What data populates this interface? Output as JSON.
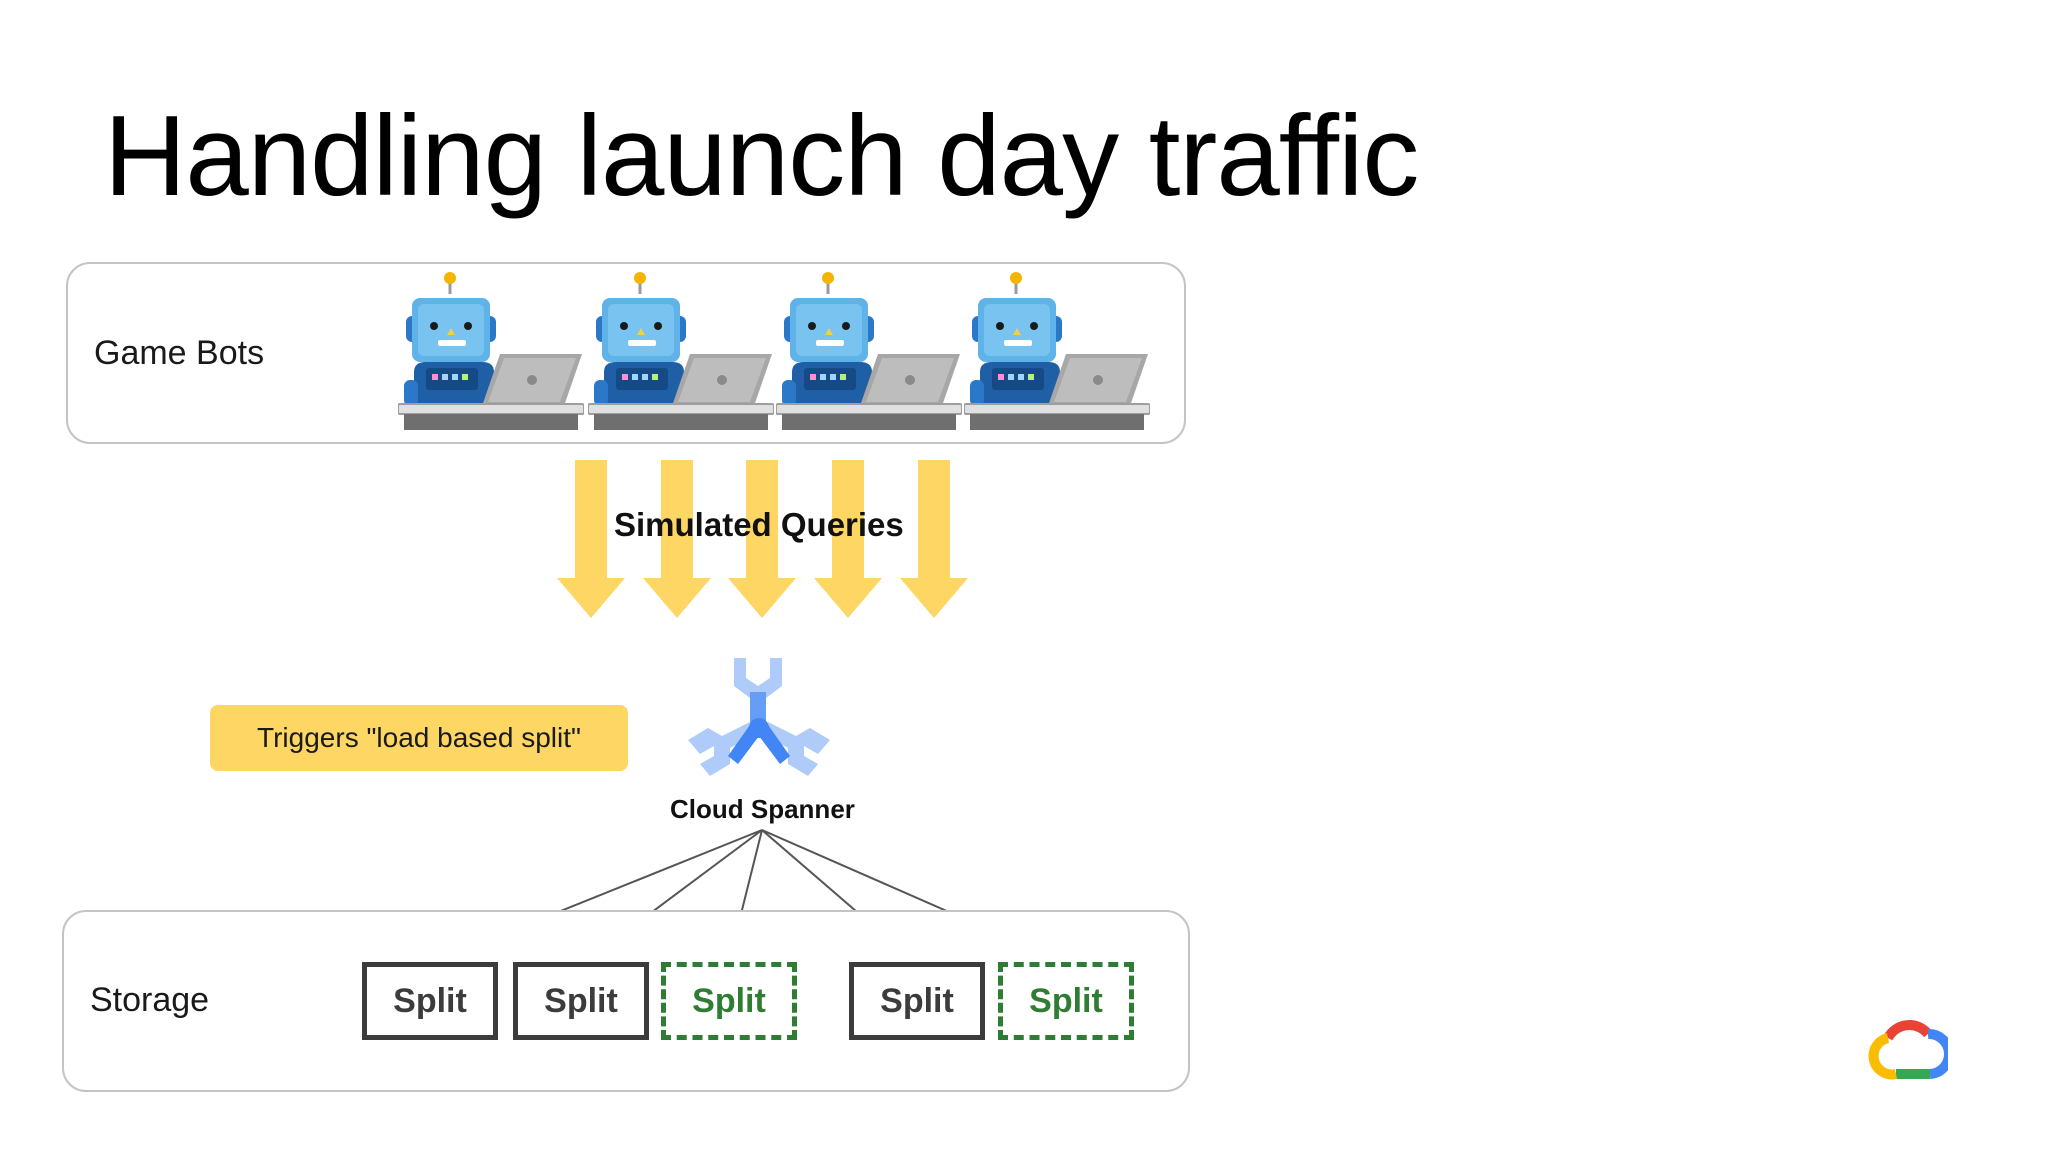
{
  "title": "Handling launch day traffic",
  "game_bots": {
    "label": "Game Bots",
    "robots": [
      {
        "icon": "robot-at-laptop-icon"
      },
      {
        "icon": "robot-at-laptop-icon"
      },
      {
        "icon": "robot-at-laptop-icon"
      },
      {
        "icon": "robot-at-laptop-icon"
      }
    ]
  },
  "flow": {
    "label": "Simulated Queries",
    "arrow_color": "#fdd663"
  },
  "note": {
    "text": "Triggers \"load based split\"",
    "color": "#fdd663"
  },
  "service": {
    "label": "Cloud Spanner",
    "icon": "cloud-spanner-icon"
  },
  "storage": {
    "label": "Storage",
    "splits": [
      {
        "label": "Split",
        "kind": "existing"
      },
      {
        "label": "Split",
        "kind": "existing"
      },
      {
        "label": "Split",
        "kind": "new"
      },
      {
        "label": "Split",
        "kind": "existing"
      },
      {
        "label": "Split",
        "kind": "new"
      }
    ]
  },
  "colors": {
    "existing_split": "#3c3c3c",
    "new_split": "#2e7d32"
  },
  "logo": {
    "icon": "google-cloud-logo-icon"
  }
}
